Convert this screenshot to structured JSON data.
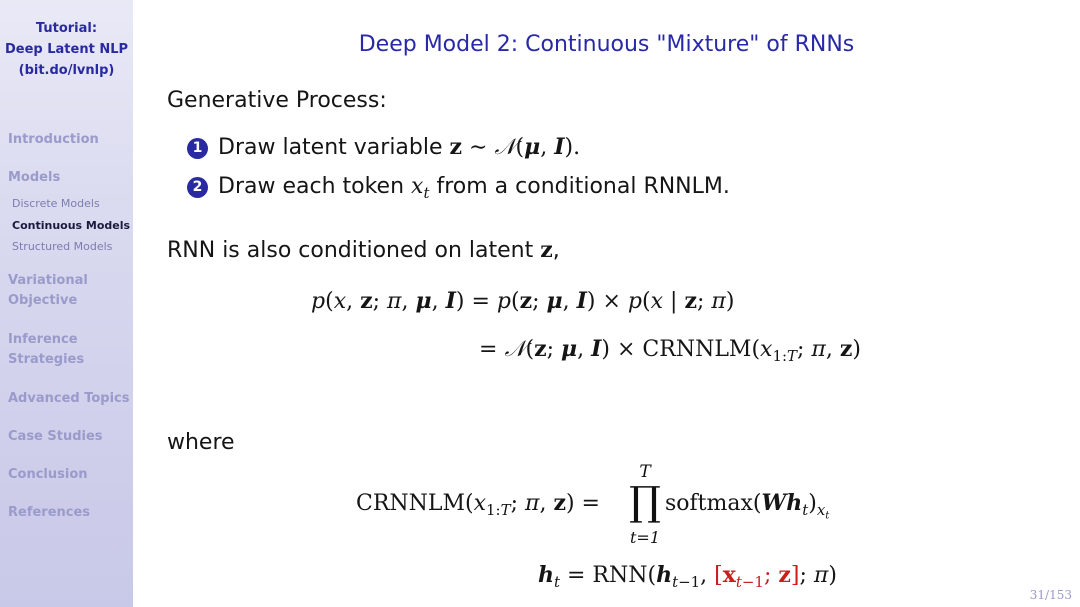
{
  "sidebar": {
    "title_line1": "Tutorial:",
    "title_line2": "Deep Latent NLP",
    "title_line3": "(bit.do/lvnlp)",
    "items": {
      "introduction": "Introduction",
      "models": "Models",
      "discrete_models": "Discrete Models",
      "continuous_models": "Continuous Models",
      "structured_models": "Structured Models",
      "variational_1": "Variational",
      "variational_2": "Objective",
      "inference_1": "Inference",
      "inference_2": "Strategies",
      "advanced_topics": "Advanced Topics",
      "case_studies": "Case Studies",
      "conclusion": "Conclusion",
      "references": "References"
    },
    "active_item": "Continuous Models"
  },
  "slide": {
    "title": "Deep Model 2: Continuous \"Mixture\" of RNNs",
    "generative_heading": "Generative Process:",
    "step1_num": "1",
    "step1_text": "Draw latent variable",
    "step2_num": "2",
    "step2_text_a": "Draw each token",
    "step2_text_b": "from a conditional RNNLM.",
    "rnn_line": "RNN is also conditioned on latent",
    "where": "where",
    "page_number": "31/153"
  },
  "colors": {
    "title_blue": "#2828a8",
    "sidebar_title": "#2a2aa0",
    "sidebar_inactive": "#9a9acb",
    "highlight_red": "#cc1d1d"
  }
}
